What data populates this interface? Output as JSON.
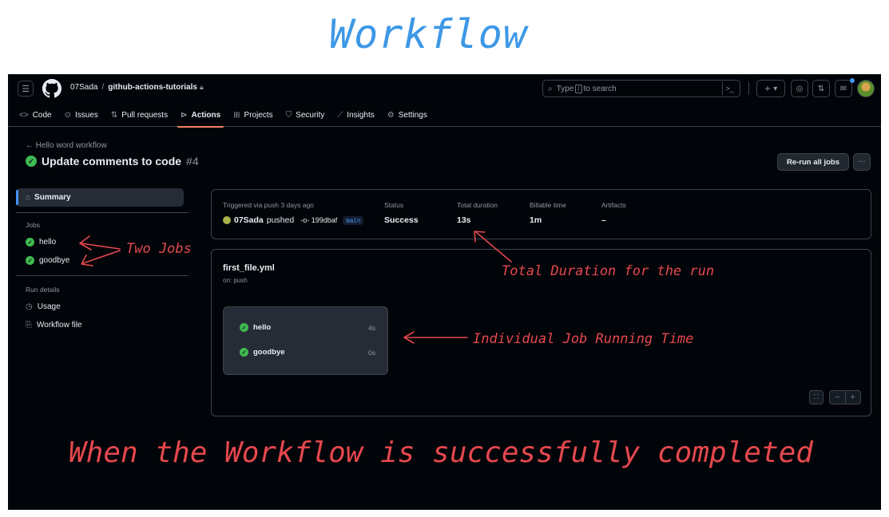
{
  "heading": "Workflow",
  "caption": "When the Workflow is successfully completed",
  "annotations": {
    "two_jobs": "Two Jobs",
    "total_duration": "Total Duration for the run",
    "job_time": "Individual Job Running Time"
  },
  "header": {
    "owner": "07Sada",
    "separator": "/",
    "repo": "github-actions-tutorials",
    "search_placeholder_pre": "Type",
    "search_key": "/",
    "search_placeholder_post": "to search"
  },
  "nav": [
    {
      "label": "Code",
      "icon": "code-icon"
    },
    {
      "label": "Issues",
      "icon": "issue-icon"
    },
    {
      "label": "Pull requests",
      "icon": "pull-request-icon"
    },
    {
      "label": "Actions",
      "icon": "play-icon",
      "active": true
    },
    {
      "label": "Projects",
      "icon": "table-icon"
    },
    {
      "label": "Security",
      "icon": "shield-icon"
    },
    {
      "label": "Insights",
      "icon": "graph-icon"
    },
    {
      "label": "Settings",
      "icon": "gear-icon"
    }
  ],
  "run": {
    "back_link": "Hello word workflow",
    "title": "Update comments to code",
    "number": "#4",
    "rerun_label": "Re-run all jobs"
  },
  "sidebar": {
    "summary": "Summary",
    "jobs_heading": "Jobs",
    "jobs": [
      "hello",
      "goodbye"
    ],
    "run_details_heading": "Run details",
    "usage": "Usage",
    "workflow_file": "Workflow file"
  },
  "summary": {
    "trigger_label": "Triggered via push 3 days ago",
    "actor": "07Sada",
    "action": "pushed",
    "sha": "199dbaf",
    "branch": "main",
    "status_label": "Status",
    "status_value": "Success",
    "duration_label": "Total duration",
    "duration_value": "13s",
    "billable_label": "Billable time",
    "billable_value": "1m",
    "artifacts_label": "Artifacts",
    "artifacts_value": "–"
  },
  "workflow": {
    "file": "first_file.yml",
    "trigger": "on: push",
    "jobs": [
      {
        "name": "hello",
        "duration": "4s"
      },
      {
        "name": "goodbye",
        "duration": "0s"
      }
    ]
  },
  "colors": {
    "success": "#3fb950",
    "accent_underline": "#f78166",
    "annotation_red": "#e5484d",
    "heading_blue": "#3d98e6",
    "background": "#010409"
  }
}
